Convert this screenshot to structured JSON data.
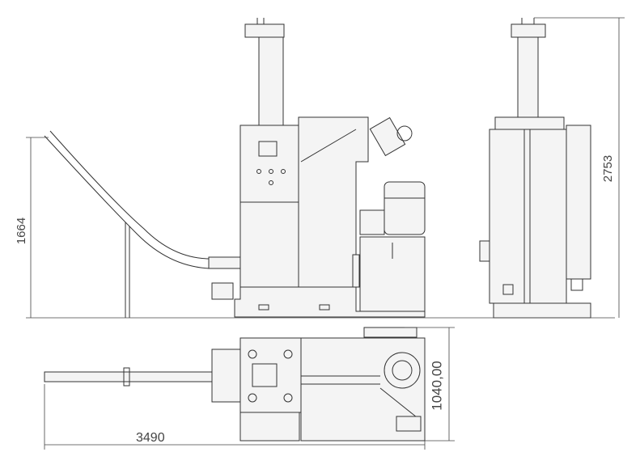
{
  "drawing": {
    "dimensions": {
      "height_conveyor": "1664",
      "height_total": "2753",
      "width_top_view": "1040,00",
      "length_total": "3490"
    }
  }
}
